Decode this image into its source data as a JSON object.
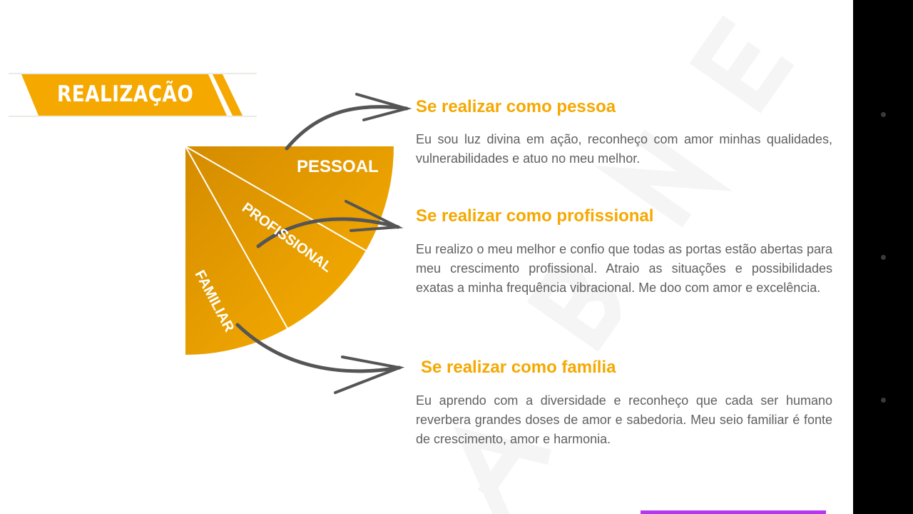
{
  "banner": {
    "title": "REALIZAÇÃO"
  },
  "diagram": {
    "segments": [
      "PESSOAL",
      "PROFISSIONAL",
      "FAMILIAR"
    ],
    "color": "#f5a800"
  },
  "sections": [
    {
      "heading": "Se realizar como pessoa",
      "text": "Eu sou luz divina em ação, reconheço com amor minhas qualidades, vulnerabilidades e atuo no meu melhor."
    },
    {
      "heading": "Se realizar como profissional",
      "text": "Eu realizo o meu melhor e confio que todas as portas estão abertas para meu crescimento profissional. Atraio as situações e possibilidades exatas a minha frequência vibracional. Me doo com amor e excelência."
    },
    {
      "heading": "Se realizar como família",
      "text": "Eu aprendo com a diversidade e reconheço que cada ser humano reverbera grandes doses de amor e sabedoria. Meu seio familiar é fonte de crescimento, amor e harmonia."
    }
  ],
  "watermark": "ABNESI"
}
